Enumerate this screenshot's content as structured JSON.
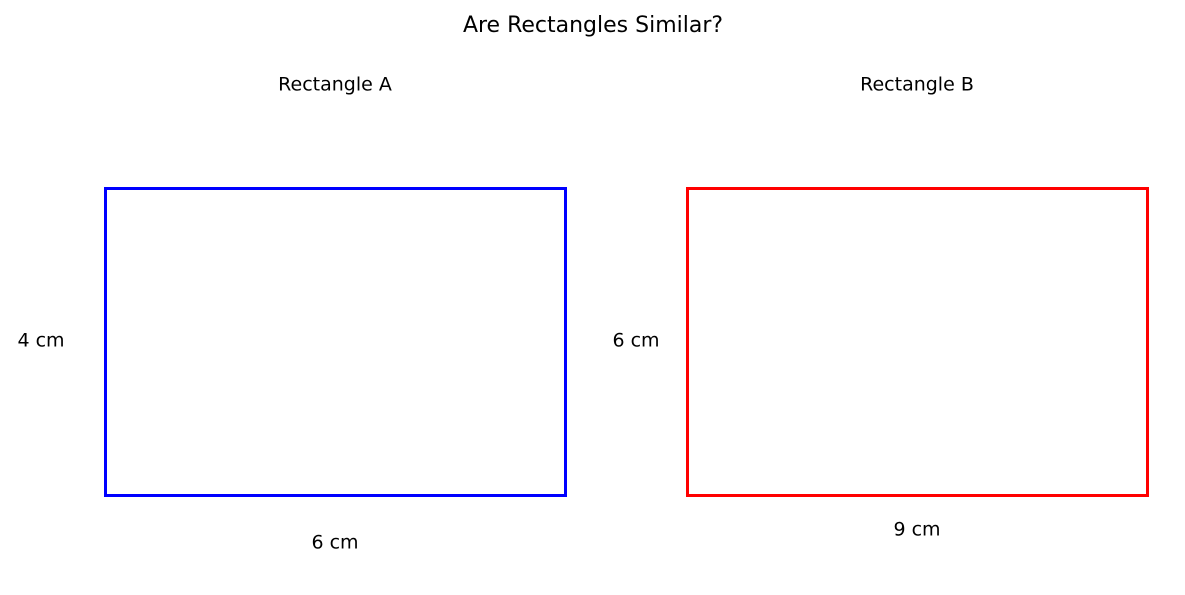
{
  "title": "Are Rectangles Similar?",
  "rectangles": [
    {
      "name": "Rectangle A",
      "height_label": "4 cm",
      "width_label": "6 cm",
      "color": "#0000ff"
    },
    {
      "name": "Rectangle B",
      "height_label": "6 cm",
      "width_label": "9 cm",
      "color": "#ff0000"
    }
  ]
}
